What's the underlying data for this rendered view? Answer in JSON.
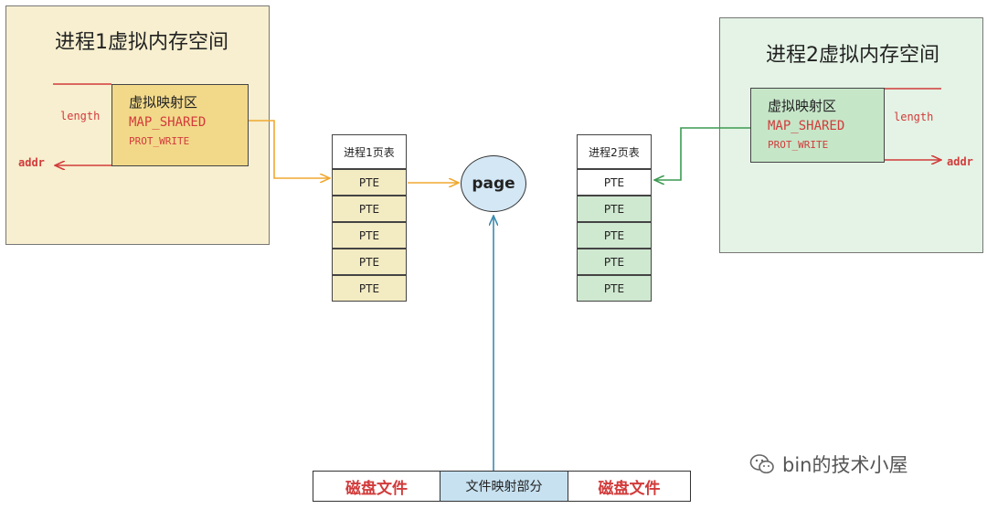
{
  "process1": {
    "space_title": "进程1虚拟内存空间",
    "region_title": "虚拟映射区",
    "flag": "MAP_SHARED",
    "prot": "PROT_WRITE",
    "length_label": "length",
    "addr_label": "addr",
    "page_table_title": "进程1页表",
    "ptes": [
      "PTE",
      "PTE",
      "PTE",
      "PTE",
      "PTE"
    ]
  },
  "process2": {
    "space_title": "进程2虚拟内存空间",
    "region_title": "虚拟映射区",
    "flag": "MAP_SHARED",
    "prot": "PROT_WRITE",
    "length_label": "length",
    "addr_label": "addr",
    "page_table_title": "进程2页表",
    "ptes": [
      "PTE",
      "PTE",
      "PTE",
      "PTE",
      "PTE"
    ]
  },
  "page_node": {
    "label": "page"
  },
  "disk": {
    "left_label": "磁盘文件",
    "middle_label": "文件映射部分",
    "right_label": "磁盘文件"
  },
  "watermark": {
    "text": "bin的技术小屋",
    "icon": "wechat-icon"
  },
  "colors": {
    "orange_arrow": "#f0a830",
    "green_arrow": "#3c9a52",
    "blue_arrow": "#3b8bb0",
    "red_arrow": "#d23b3b"
  }
}
